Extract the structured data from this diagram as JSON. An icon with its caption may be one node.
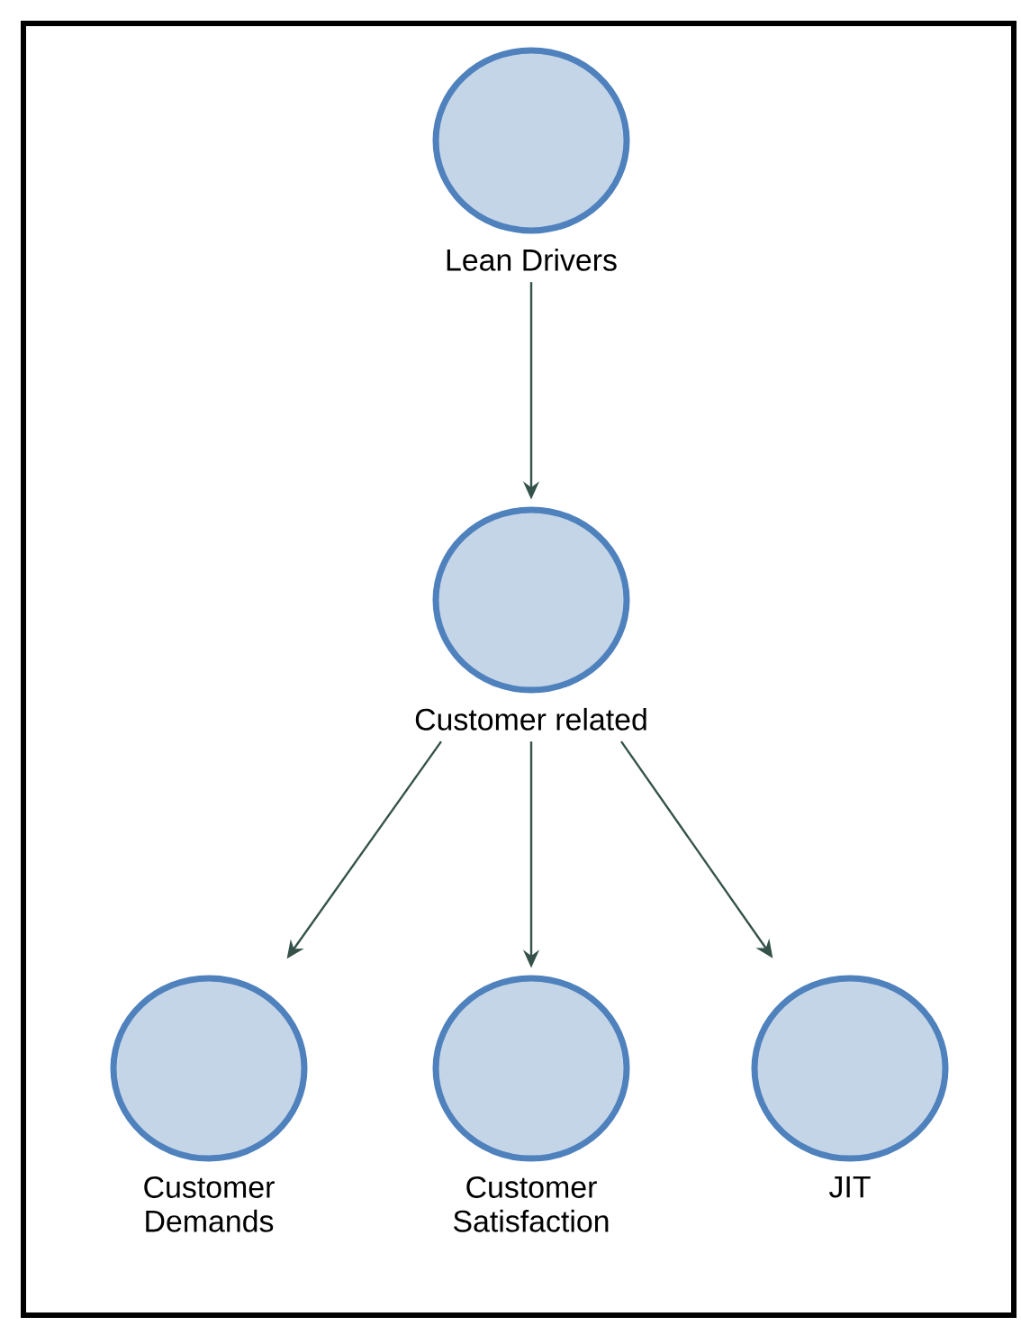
{
  "diagram": {
    "nodes": [
      {
        "text": [
          "Lean Drivers"
        ]
      },
      {
        "text": [
          "Customer related"
        ]
      },
      {
        "text": [
          "Customer Demands"
        ]
      },
      {
        "text": [
          "Customer Satisfaction"
        ]
      },
      {
        "text": [
          "JIT"
        ]
      }
    ],
    "edges": [
      {
        "from": 0,
        "to": 1,
        "arrow": "to"
      },
      {
        "from": 1,
        "to": 2,
        "arrow": "to"
      },
      {
        "from": 1,
        "to": 3,
        "arrow": "to"
      },
      {
        "from": 1,
        "to": 4,
        "arrow": "to"
      }
    ]
  }
}
